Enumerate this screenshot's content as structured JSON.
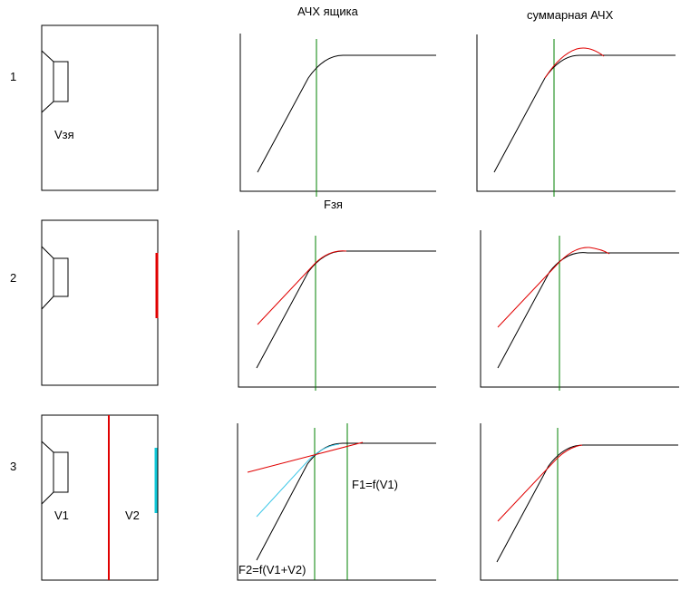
{
  "headers": {
    "box_response": "АЧХ ящика",
    "total_response": "суммарная АЧХ"
  },
  "row_numbers": [
    "1",
    "2",
    "3"
  ],
  "labels": {
    "volume_closed": "Vзя",
    "freq_closed": "Fзя",
    "volume_1": "V1",
    "volume_2": "V2",
    "f1_formula": "F1=f(V1)",
    "f2_formula": "F2=f(V1+V2)"
  },
  "colors": {
    "background": "#ffffff",
    "outline": "#000000",
    "frequency_marker": "#008000",
    "port_or_partition": "#e00000",
    "passive_radiator": "#10c8d8",
    "second_curve": "#e00000",
    "alternate_curve": "#40c8e8"
  }
}
